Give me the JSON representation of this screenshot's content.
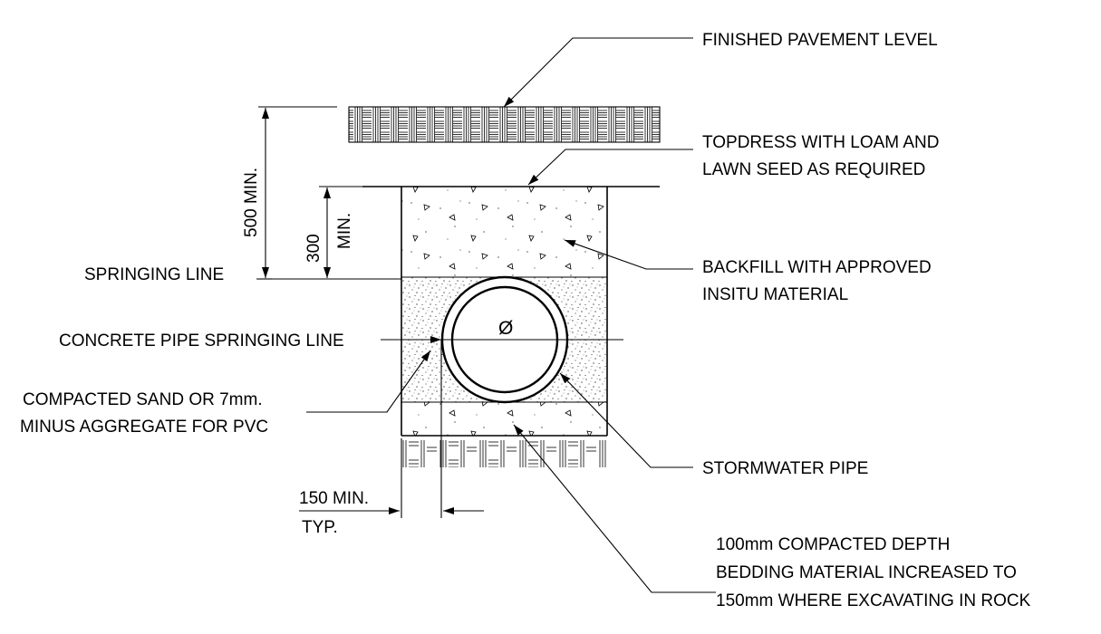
{
  "labels": {
    "finished_pavement": "FINISHED PAVEMENT LEVEL",
    "topdress_1": "TOPDRESS WITH LOAM AND",
    "topdress_2": "LAWN SEED AS REQUIRED",
    "backfill_1": "BACKFILL WITH APPROVED",
    "backfill_2": "INSITU MATERIAL",
    "springing_line": "SPRINGING LINE",
    "concrete_pipe_springing": "CONCRETE PIPE SPRINGING LINE",
    "compacted_sand_1": "COMPACTED SAND OR 7mm.",
    "compacted_sand_2": "MINUS AGGREGATE FOR PVC",
    "stormwater_pipe": "STORMWATER PIPE",
    "bedding_1": "100mm COMPACTED DEPTH",
    "bedding_2": "BEDDING MATERIAL INCREASED TO",
    "bedding_3": "150mm WHERE EXCAVATING IN ROCK",
    "pipe_diameter": "Ø"
  },
  "dimensions": {
    "dim_500": "500 MIN.",
    "dim_300_a": "300",
    "dim_300_b": "MIN.",
    "dim_150_a": "150 MIN.",
    "dim_150_b": "TYP."
  }
}
